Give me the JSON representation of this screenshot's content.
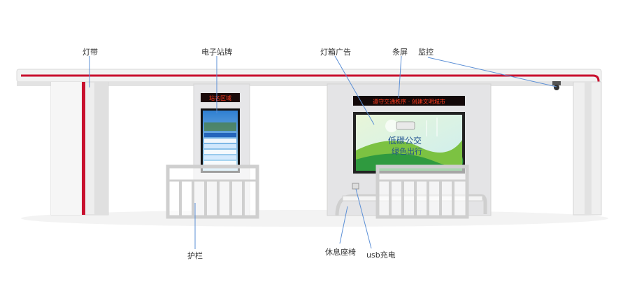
{
  "labels": {
    "light_strip": "灯带",
    "e_stop_sign": "电子站牌",
    "lightbox_ad": "灯箱广告",
    "bar_screen": "条屏",
    "camera": "监控",
    "guardrail": "护栏",
    "bench": "休息座椅",
    "usb": "usb充电"
  },
  "screens": {
    "sign_header": "站名区域",
    "ticker_text": "遵守交通秩序 · 创建文明城市",
    "ad_slogan_1": "低碳公交",
    "ad_slogan_2": "绿色出行"
  },
  "colors": {
    "accent_red": "#c8102e",
    "roof": "#f2f2f2",
    "panel": "#e4e4e6",
    "leader": "#5b8fd6",
    "led_text": "#ff3b1f"
  }
}
